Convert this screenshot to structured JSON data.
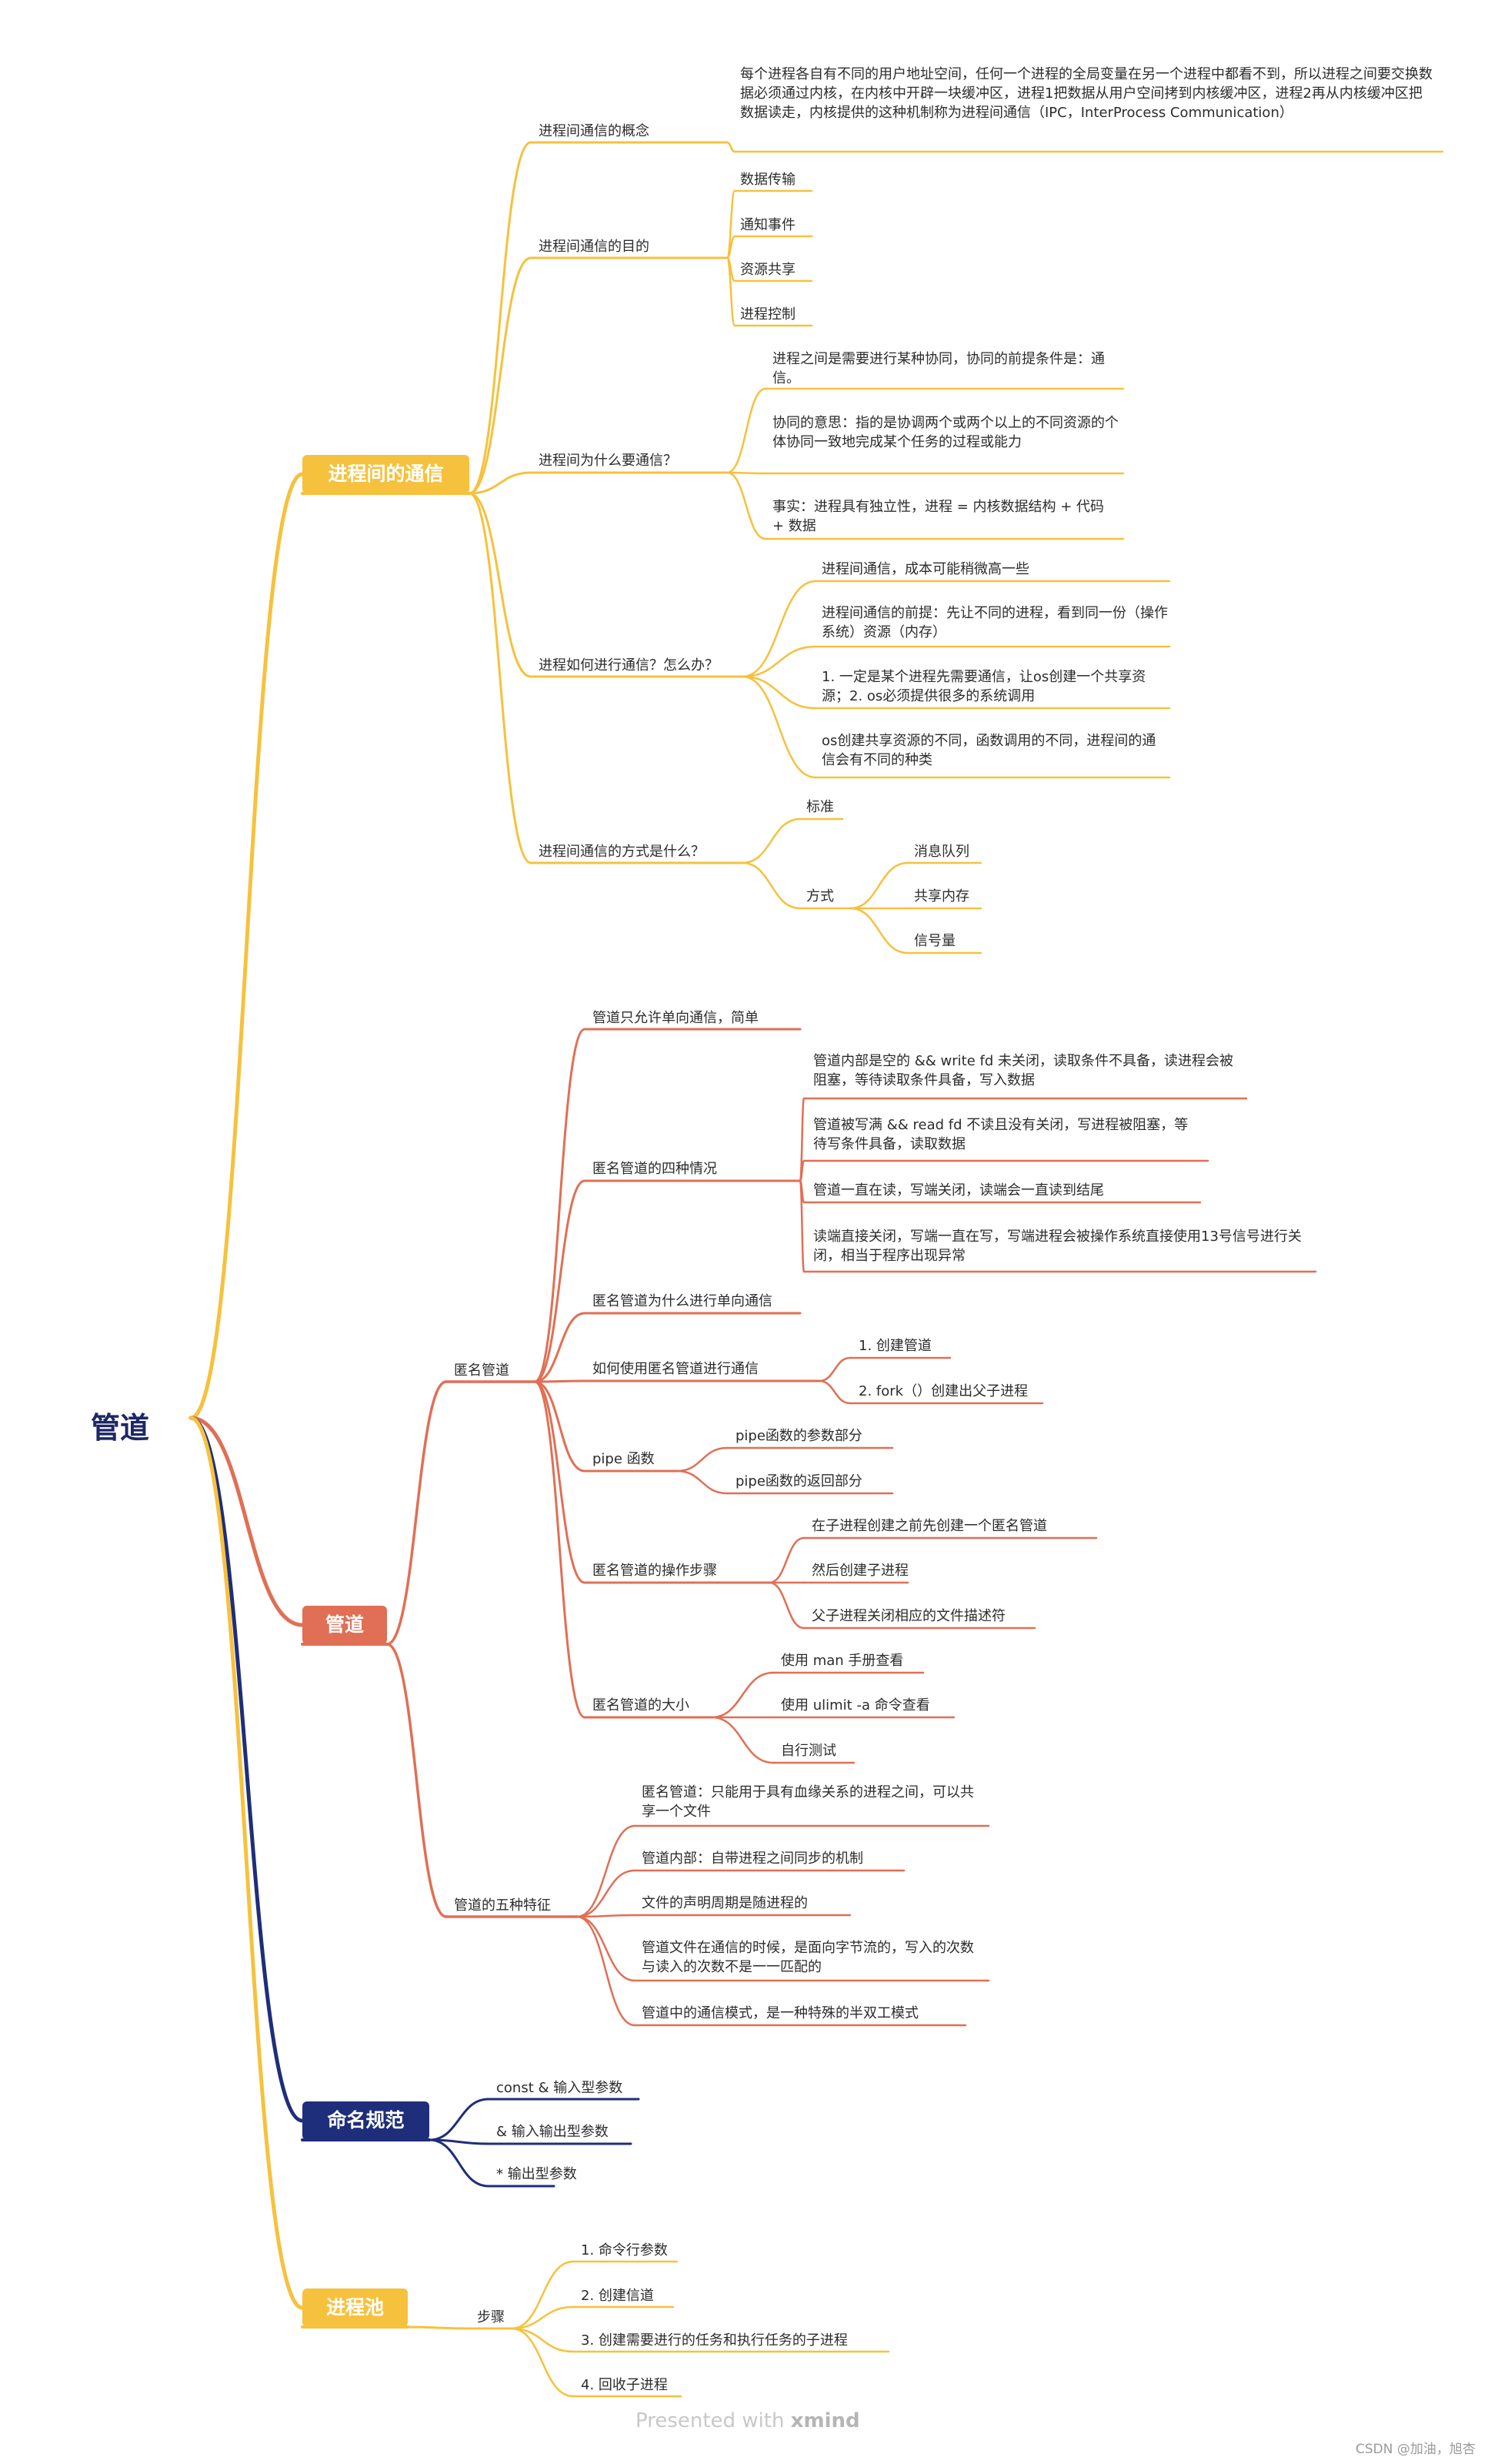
{
  "root": "管道",
  "colors": {
    "yellow": "#f6c13d",
    "orange": "#e06f55",
    "navy": "#1f2e7a",
    "text": "#2c2c2c"
  },
  "ipc": {
    "title": "进程间的通信",
    "concept": {
      "label": "进程间通信的概念",
      "text": "每个进程各自有不同的用户地址空间，任何一个进程的全局变量在另一个进程中都看不到，所以进程之间要交换数据必须通过内核，在内核中开辟一块缓冲区，进程1把数据从用户空间拷到内核缓冲区，进程2再从内核缓冲区把数据读走，内核提供的这种机制称为进程间通信（IPC，InterProcess Communication）"
    },
    "purpose": {
      "label": "进程间通信的目的",
      "items": [
        "数据传输",
        "通知事件",
        "资源共享",
        "进程控制"
      ]
    },
    "why": {
      "label": "进程间为什么要通信？",
      "items": [
        "进程之间是需要进行某种协同，协同的前提条件是：通信。",
        "协同的意思：指的是协调两个或两个以上的不同资源的个体协同一致地完成某个任务的过程或能力",
        "事实：进程具有独立性，进程 = 内核数据结构 + 代码 + 数据"
      ]
    },
    "how": {
      "label": "进程如何进行通信？怎么办？",
      "items": [
        "进程间通信，成本可能稍微高一些",
        "进程间通信的前提：先让不同的进程，看到同一份（操作系统）资源（内存）",
        "1. 一定是某个进程先需要通信，让os创建一个共享资源；2. os必须提供很多的系统调用",
        "os创建共享资源的不同，函数调用的不同，进程间的通信会有不同的种类"
      ]
    },
    "ways": {
      "label": "进程间通信的方式是什么？",
      "standard": "标准",
      "method": "方式",
      "methods": [
        "消息队列",
        "共享内存",
        "信号量"
      ]
    }
  },
  "pipe": {
    "title": "管道",
    "anon": {
      "label": "匿名管道",
      "oneway": "管道只允许单向通信，简单",
      "four": {
        "label": "匿名管道的四种情况",
        "items": [
          "管道内部是空的 && write fd 未关闭，读取条件不具备，读进程会被阻塞，等待读取条件具备，写入数据",
          "管道被写满 && read fd 不读且没有关闭，写进程被阻塞，等待写条件具备，读取数据",
          "管道一直在读，写端关闭，读端会一直读到结尾",
          "读端直接关闭，写端一直在写，写端进程会被操作系统直接使用13号信号进行关闭，相当于程序出现异常"
        ]
      },
      "whyone": "匿名管道为什么进行单向通信",
      "use": {
        "label": "如何使用匿名管道进行通信",
        "items": [
          "1. 创建管道",
          "2. fork（）创建出父子进程"
        ]
      },
      "pipefn": {
        "label": "pipe 函数",
        "items": [
          "pipe函数的参数部分",
          "pipe函数的返回部分"
        ]
      },
      "steps": {
        "label": "匿名管道的操作步骤",
        "items": [
          "在子进程创建之前先创建一个匿名管道",
          "然后创建子进程",
          "父子进程关闭相应的文件描述符"
        ]
      },
      "size": {
        "label": "匿名管道的大小",
        "items": [
          "使用 man 手册查看",
          "使用 ulimit -a 命令查看",
          "自行测试"
        ]
      }
    },
    "five": {
      "label": "管道的五种特征",
      "items": [
        "匿名管道：只能用于具有血缘关系的进程之间，可以共享一个文件",
        "管道内部：自带进程之间同步的机制",
        "文件的声明周期是随进程的",
        "管道文件在通信的时候，是面向字节流的，写入的次数与读入的次数不是一一匹配的",
        "管道中的通信模式，是一种特殊的半双工模式"
      ]
    }
  },
  "naming": {
    "title": "命名规范",
    "items": [
      "const & 输入型参数",
      "& 输入输出型参数",
      "* 输出型参数"
    ]
  },
  "pool": {
    "title": "进程池",
    "steps_label": "步骤",
    "items": [
      "1. 命令行参数",
      "2. 创建信道",
      "3. 创建需要进行的任务和执行任务的子进程",
      "4. 回收子进程"
    ]
  },
  "footer": {
    "presented": "Presented with",
    "brand": "xmind",
    "credit": "CSDN @加油，旭杏"
  }
}
